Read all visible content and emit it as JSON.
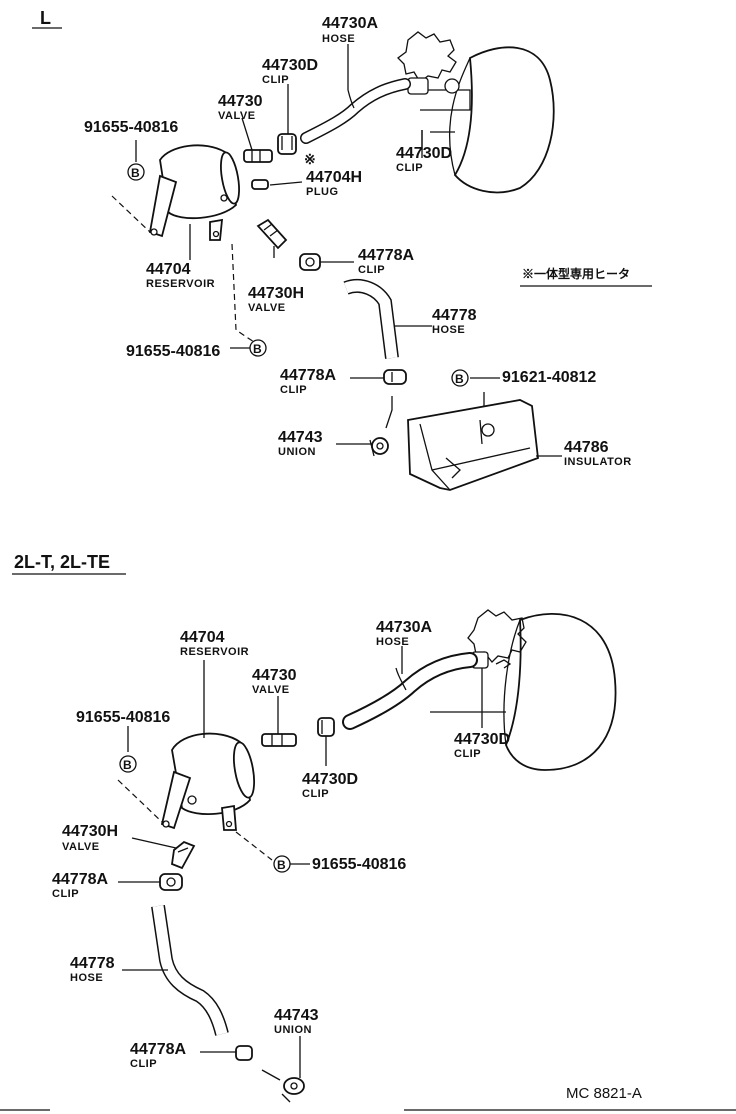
{
  "sections": {
    "top_title": "L",
    "bottom_title": "2L-T, 2L-TE"
  },
  "top": {
    "hose_a": {
      "pn": "44730A",
      "name": "HOSE"
    },
    "clip_d1": {
      "pn": "44730D",
      "name": "CLIP"
    },
    "valve": {
      "pn": "44730",
      "name": "VALVE"
    },
    "bolt_ref1": "91655-40816",
    "clip_d2": {
      "pn": "44730D",
      "name": "CLIP"
    },
    "plug": {
      "pn": "44704H",
      "name": "PLUG"
    },
    "reservoir": {
      "pn": "44704",
      "name": "RESERVOIR"
    },
    "valve_h": {
      "pn": "44730H",
      "name": "VALVE"
    },
    "clip_a1": {
      "pn": "44778A",
      "name": "CLIP"
    },
    "note": "※一体型専用ヒータ",
    "hose": {
      "pn": "44778",
      "name": "HOSE"
    },
    "bolt_ref2": "91655-40816",
    "clip_a2": {
      "pn": "44778A",
      "name": "CLIP"
    },
    "bolt_ref3": "91621-40812",
    "union": {
      "pn": "44743",
      "name": "UNION"
    },
    "insulator": {
      "pn": "44786",
      "name": "INSULATOR"
    },
    "bolt_symbol": "B",
    "asterisk": "※"
  },
  "bottom": {
    "reservoir": {
      "pn": "44704",
      "name": "RESERVOIR"
    },
    "hose_a": {
      "pn": "44730A",
      "name": "HOSE"
    },
    "valve": {
      "pn": "44730",
      "name": "VALVE"
    },
    "bolt_ref1": "91655-40816",
    "clip_d1": {
      "pn": "44730D",
      "name": "CLIP"
    },
    "clip_d2": {
      "pn": "44730D",
      "name": "CLIP"
    },
    "valve_h": {
      "pn": "44730H",
      "name": "VALVE"
    },
    "bolt_ref2": "91655-40816",
    "clip_a1": {
      "pn": "44778A",
      "name": "CLIP"
    },
    "hose": {
      "pn": "44778",
      "name": "HOSE"
    },
    "union": {
      "pn": "44743",
      "name": "UNION"
    },
    "clip_a2": {
      "pn": "44778A",
      "name": "CLIP"
    },
    "bolt_symbol": "B"
  },
  "footer": {
    "code": "MC  8821-A"
  }
}
